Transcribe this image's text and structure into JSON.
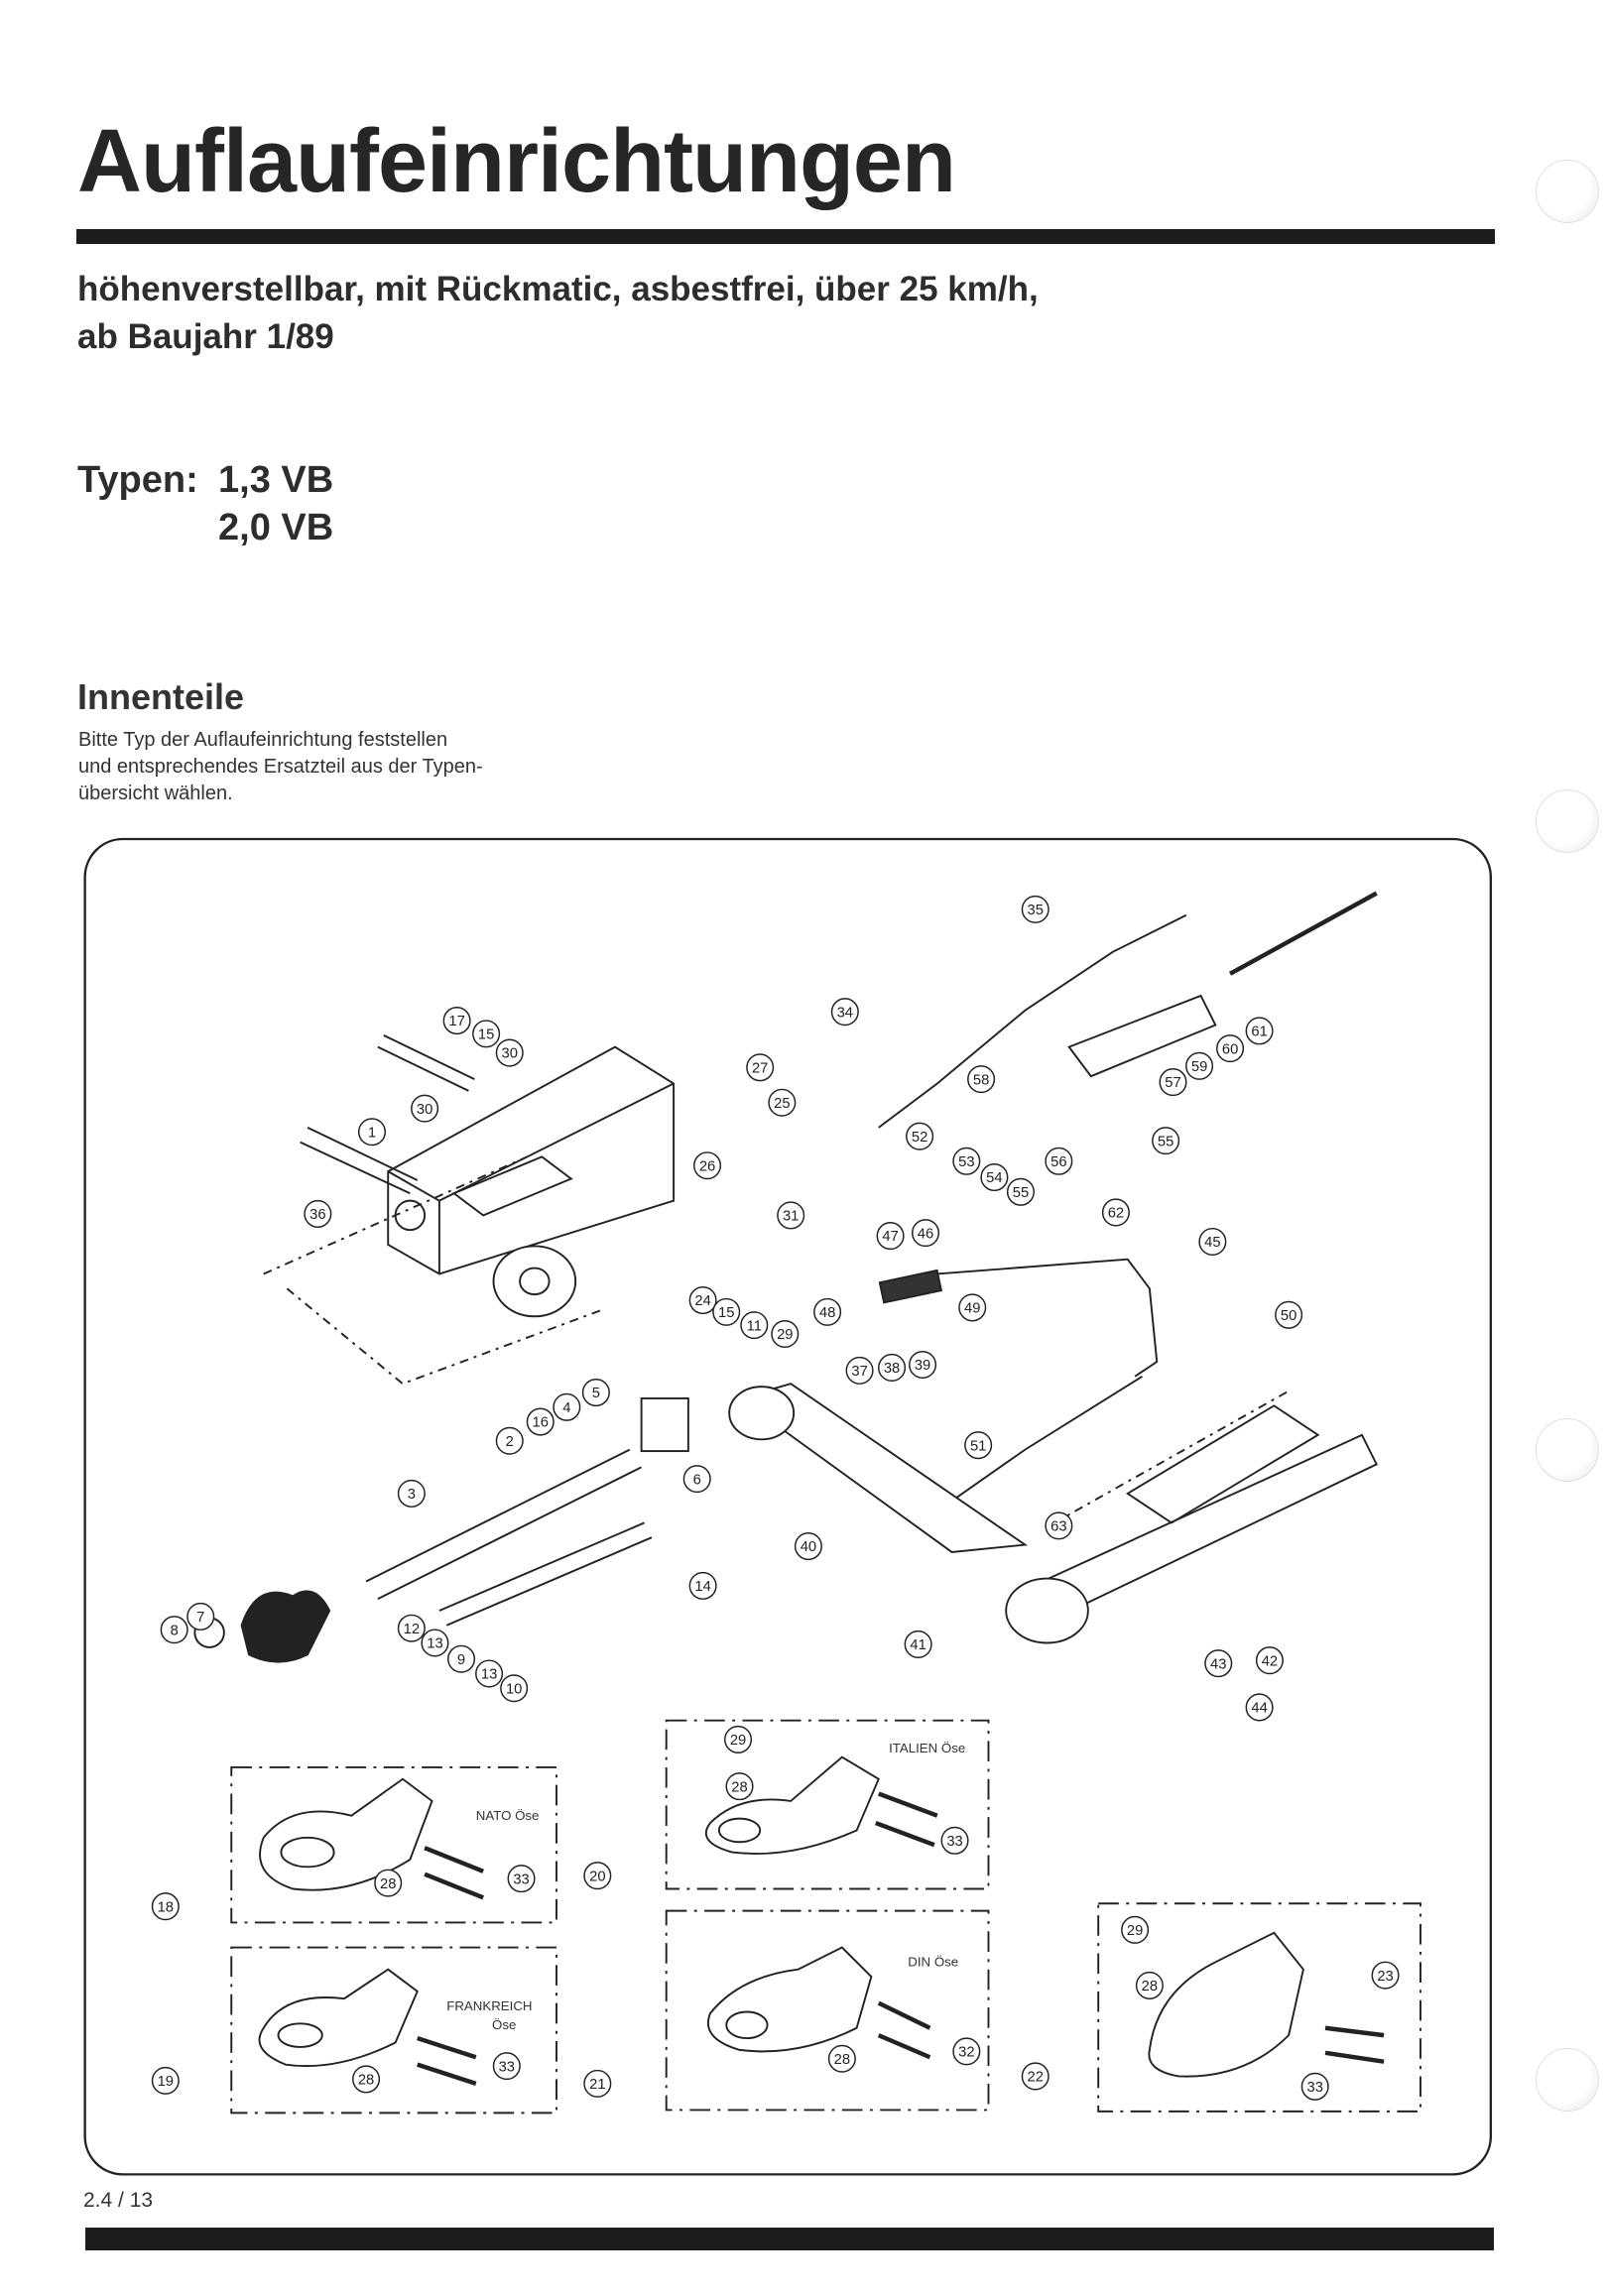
{
  "header": {
    "title": "Auflaufeinrichtungen",
    "subtitle_line1": "höhenverstellbar, mit Rückmatic, asbestfrei, über 25 km/h,",
    "subtitle_line2": "ab Baujahr 1/89",
    "types_label": "Typen:",
    "types": [
      "1,3 VB",
      "2,0 VB"
    ]
  },
  "section": {
    "heading": "Innenteile",
    "text_lines": [
      "Bitte Typ der Auflaufeinrichtung feststellen",
      "und entsprechendes Ersatzteil aus der Typen-",
      "übersicht wählen."
    ]
  },
  "diagram": {
    "callouts": [
      "35",
      "34",
      "17",
      "15",
      "30",
      "30",
      "1",
      "36",
      "27",
      "25",
      "26",
      "31",
      "58",
      "52",
      "53",
      "54",
      "55",
      "56",
      "57",
      "59",
      "60",
      "61",
      "55",
      "62",
      "47",
      "46",
      "45",
      "24",
      "15",
      "11",
      "29",
      "48",
      "49",
      "50",
      "37",
      "38",
      "39",
      "5",
      "4",
      "16",
      "2",
      "6",
      "51",
      "3",
      "63",
      "40",
      "14",
      "7",
      "8",
      "12",
      "13",
      "9",
      "13",
      "10",
      "41",
      "43",
      "42",
      "44",
      "29",
      "28",
      "33",
      "20",
      "28",
      "33",
      "18",
      "29",
      "23",
      "28",
      "19",
      "28",
      "33",
      "21",
      "28",
      "32",
      "22",
      "33"
    ],
    "subassemblies": {
      "nato": "NATO Öse",
      "italien": "ITALIEN Öse",
      "frankreich_1": "FRANKREICH",
      "frankreich_2": "Öse",
      "din": "DIN Öse"
    }
  },
  "footer": {
    "page_number": "2.4 / 13"
  }
}
